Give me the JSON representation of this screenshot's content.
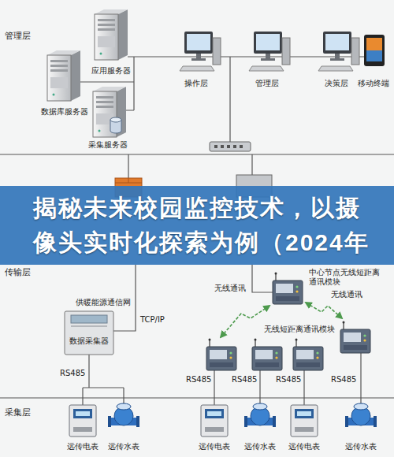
{
  "diagram": {
    "title": "揭秘未来校园监控技术，以摄像头实时化探索为例（2024年",
    "labels": [
      "管理层",
      "应用服务器",
      "操作层",
      "管理层",
      "决策层",
      "移动终端",
      "数据库服务器",
      "采集服务器",
      "传输层",
      "中心节点无线短距离通讯模块",
      "无线通讯",
      "无线通讯",
      "供暖能源通信网",
      "TCP/IP",
      "无线短距离通讯模块",
      "数据采集器",
      "RS485",
      "RS485",
      "RS485",
      "RS485",
      "RS485",
      "采集层",
      "远传电表",
      "远传水表",
      "远传电表",
      "远传水表",
      "远传电表",
      "远传水表"
    ]
  }
}
